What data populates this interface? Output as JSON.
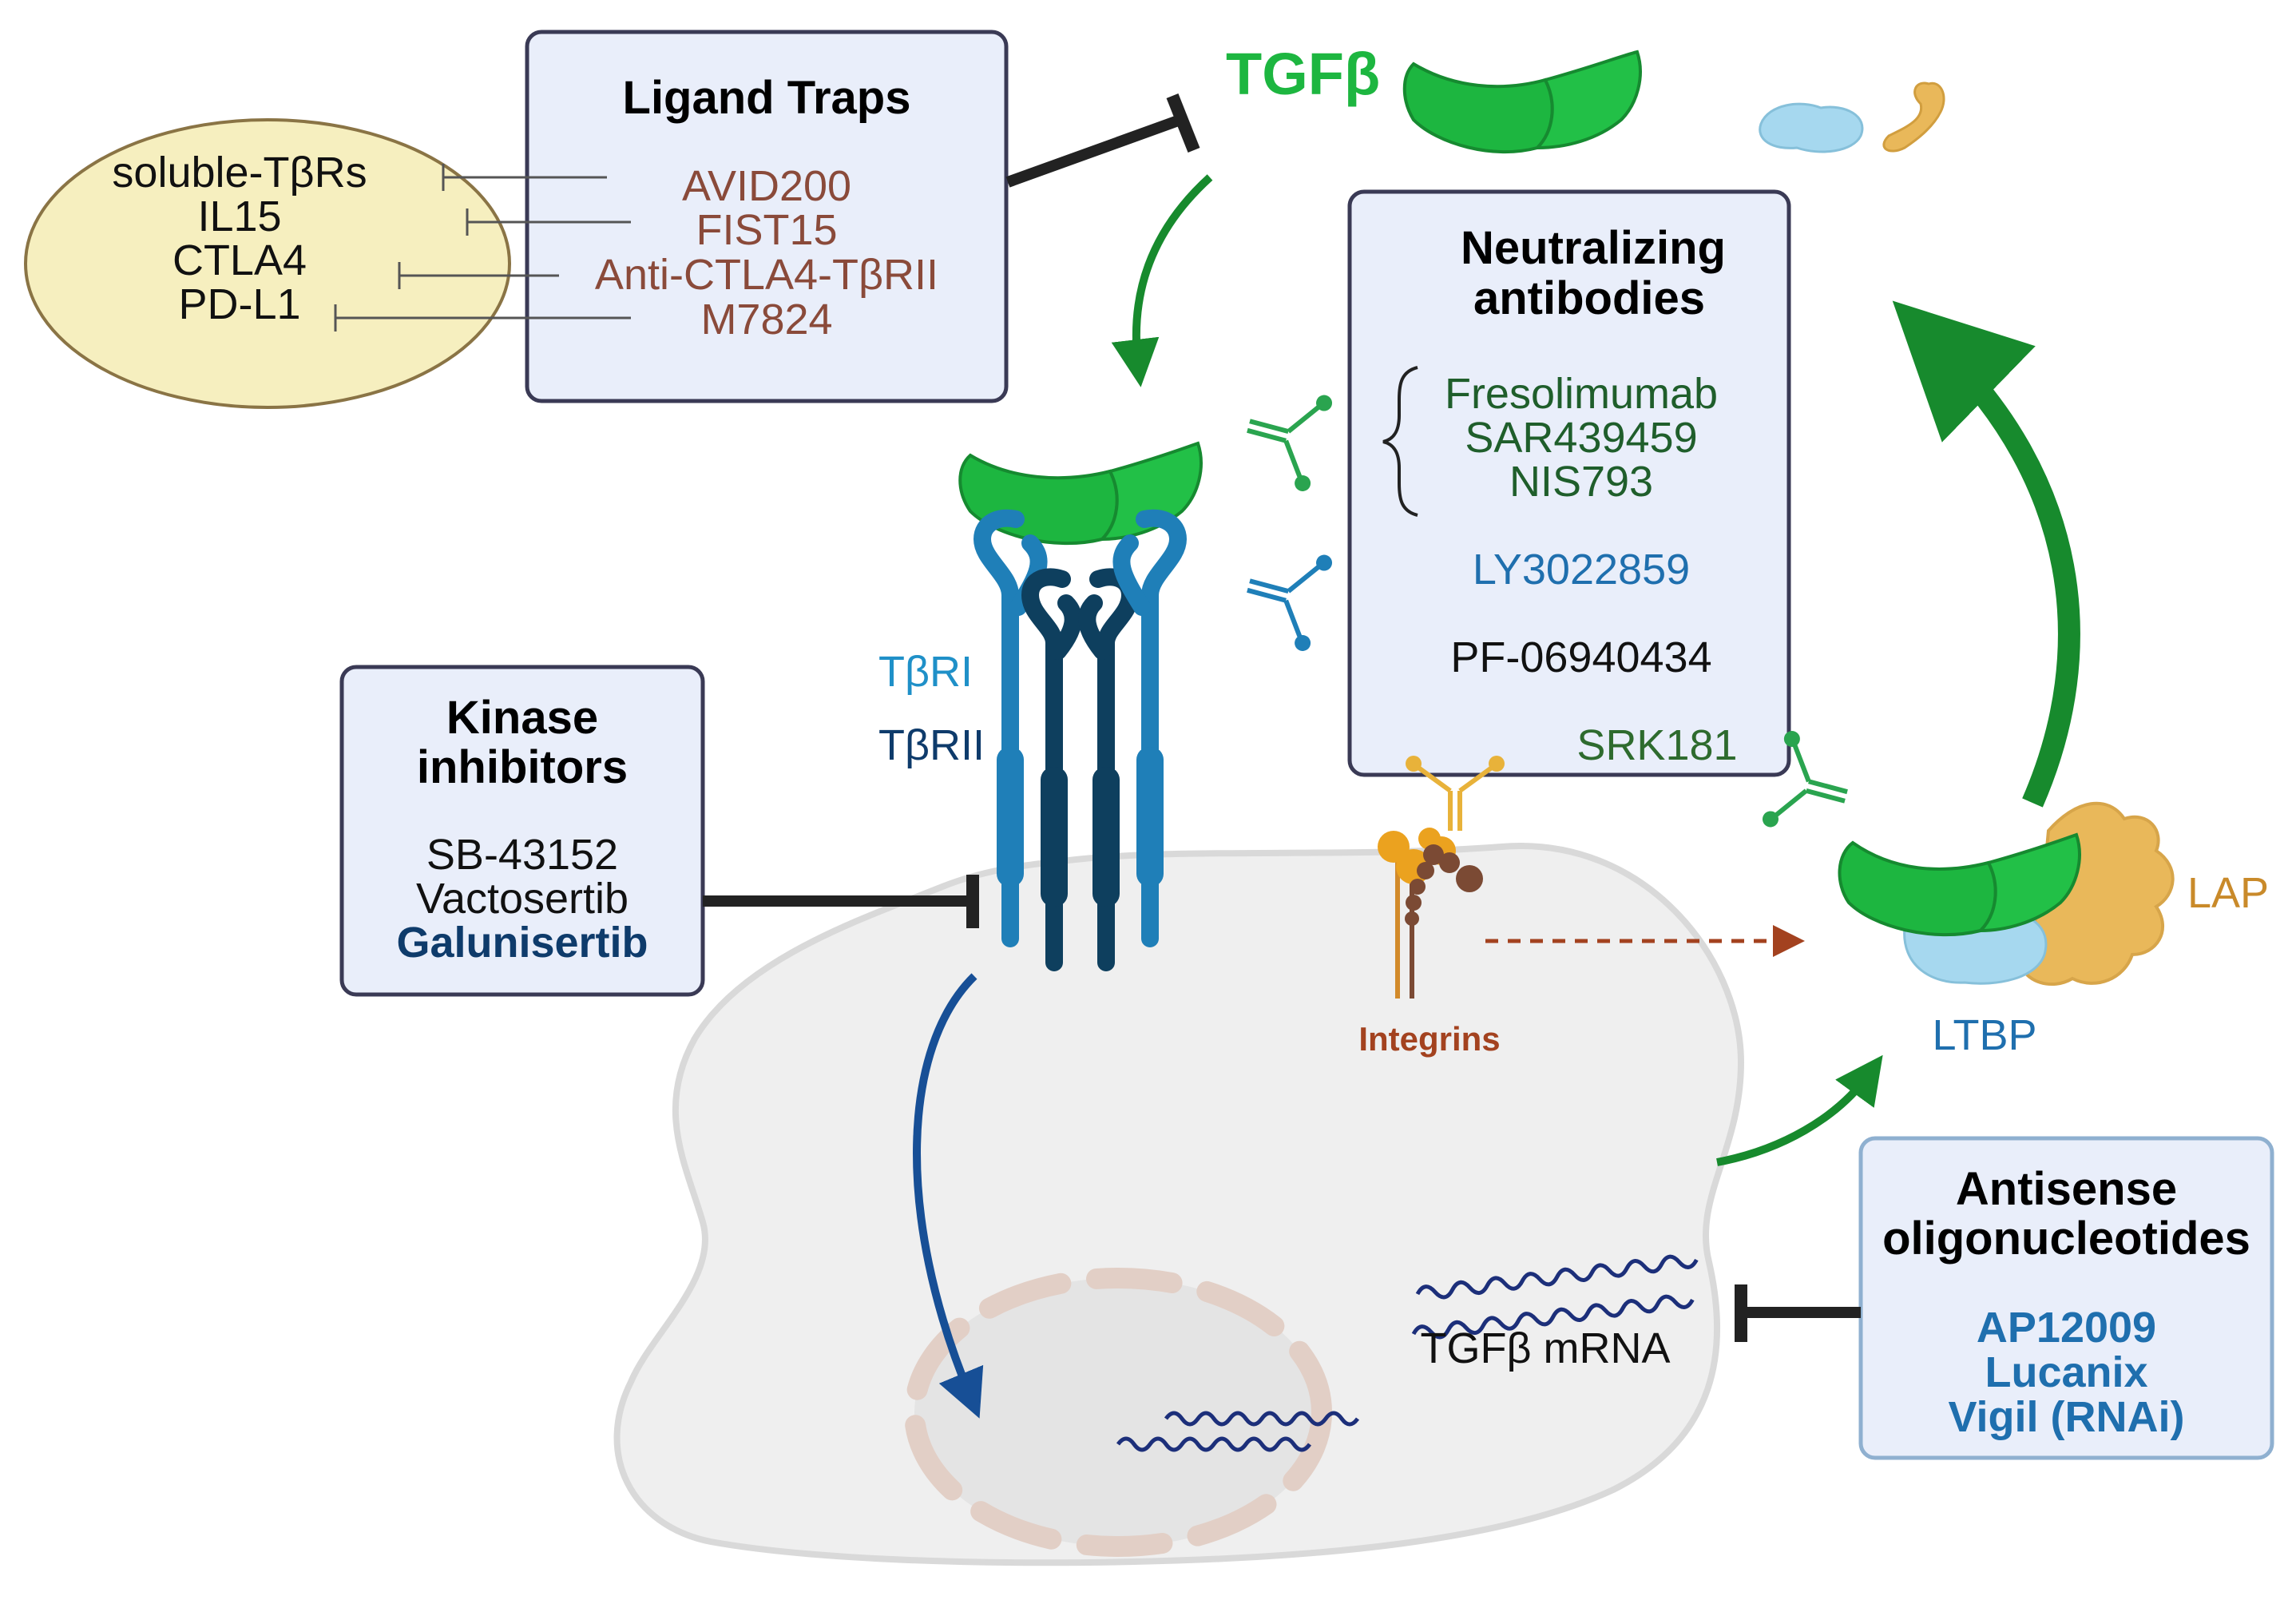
{
  "colors": {
    "ligand_green": "#1db640",
    "trap_brown": "#8a4a3a",
    "neutral_green": "#1f6b2e",
    "neutral_blue": "#1f6fae",
    "dark_navy": "#0e3b6b",
    "receptor_light": "#1f7fb8",
    "receptor_dark": "#0e3f5e",
    "lap_tan": "#e2b95a",
    "ltbp_blue": "#a6d8ef",
    "box_fill": "#e9eefa",
    "box_stroke": "#3a3a55",
    "ellipse_fill": "#f6efbf"
  },
  "ligand": {
    "label": "TGFβ"
  },
  "ligand_traps": {
    "title": "Ligand Traps",
    "items": [
      "AVID200",
      "FIST15",
      "Anti-CTLA4-TβRII",
      "M7824"
    ],
    "targets": [
      "soluble-TβRs",
      "IL15",
      "CTLA4",
      "PD-L1"
    ]
  },
  "neutralizing_antibodies": {
    "title_line1": "Neutralizing",
    "title_line2": "antibodies",
    "group_green": [
      "Fresolimumab",
      "SAR439459",
      "NIS793"
    ],
    "blue_item": "LY3022859",
    "black_item": "PF-06940434",
    "srk_item": "SRK181"
  },
  "receptors": {
    "type1": "TβRI",
    "type2": "TβRII"
  },
  "kinase_inhibitors": {
    "title_line1": "Kinase",
    "title_line2": "inhibitors",
    "items": [
      "SB-43152",
      "Vactosertib"
    ],
    "highlight": "Galunisertib"
  },
  "latent_complex": {
    "lap": "LAP",
    "ltbp": "LTBP",
    "integrins": "Integrins"
  },
  "mrna": {
    "label": "TGFβ mRNA"
  },
  "antisense": {
    "title_line1": "Antisense",
    "title_line2": "oligonucleotides",
    "items": [
      "AP12009",
      "Lucanix",
      "Vigil (RNAi)"
    ]
  }
}
